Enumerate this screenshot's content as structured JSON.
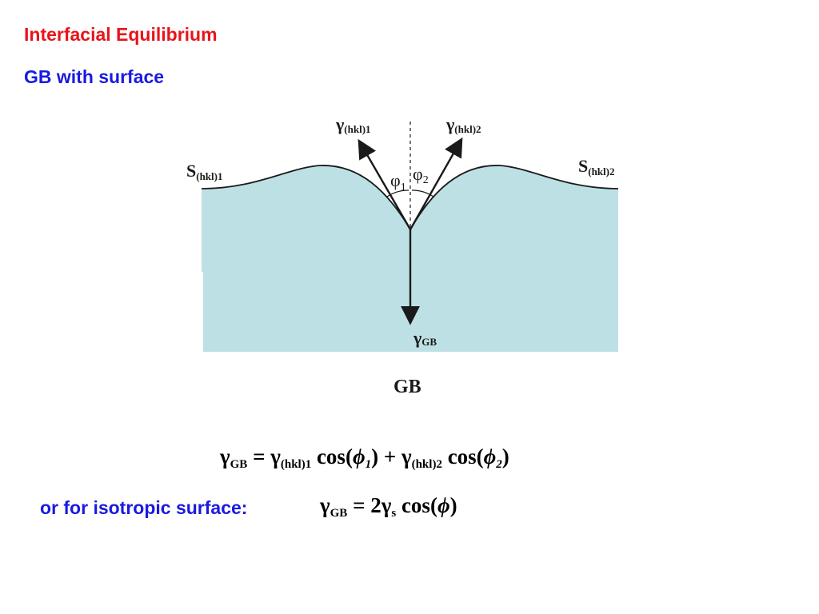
{
  "slide": {
    "title": "Interfacial Equilibrium",
    "subtitle": "GB with surface"
  },
  "diagram": {
    "label_gamma_hkl1": "γ",
    "label_gamma_hkl1_sub": "(hkl)1",
    "label_gamma_hkl2": "γ",
    "label_gamma_hkl2_sub": "(hkl)2",
    "label_s_hkl1": "S",
    "label_s_hkl1_sub": "(hkl)1",
    "label_s_hkl2": "S",
    "label_s_hkl2_sub": "(hkl)2",
    "label_phi1": "φ",
    "label_phi1_sub": "1",
    "label_phi2": "φ",
    "label_phi2_sub": "2",
    "label_gamma_gb": "γ",
    "label_gamma_gb_sub": "GB",
    "label_gb": "GB",
    "colors": {
      "solid": "#bde0e4",
      "line": "#1a1a1a",
      "title": "#e8141b",
      "blue_text": "#1a1ae0"
    }
  },
  "equations": {
    "eq1": {
      "g1": "γ",
      "g1_sub": "GB",
      "eq": " = ",
      "g2": "γ",
      "g2_sub": "(hkl)1",
      "cos1": " cos(",
      "phi1": "ϕ",
      "phi1_sub": "1",
      "close1": ")",
      "plus": " + ",
      "g3": "γ",
      "g3_sub": "(hkl)2",
      "cos2": " cos(",
      "phi2": "ϕ",
      "phi2_sub": "2",
      "close2": ")"
    },
    "iso_label": "or for isotropic surface:",
    "eq2": {
      "g1": "γ",
      "g1_sub": "GB",
      "eq": " = 2",
      "g2": "γ",
      "g2_sub": "s",
      "cos": " cos(",
      "phi": "ϕ",
      "close": ")"
    }
  }
}
